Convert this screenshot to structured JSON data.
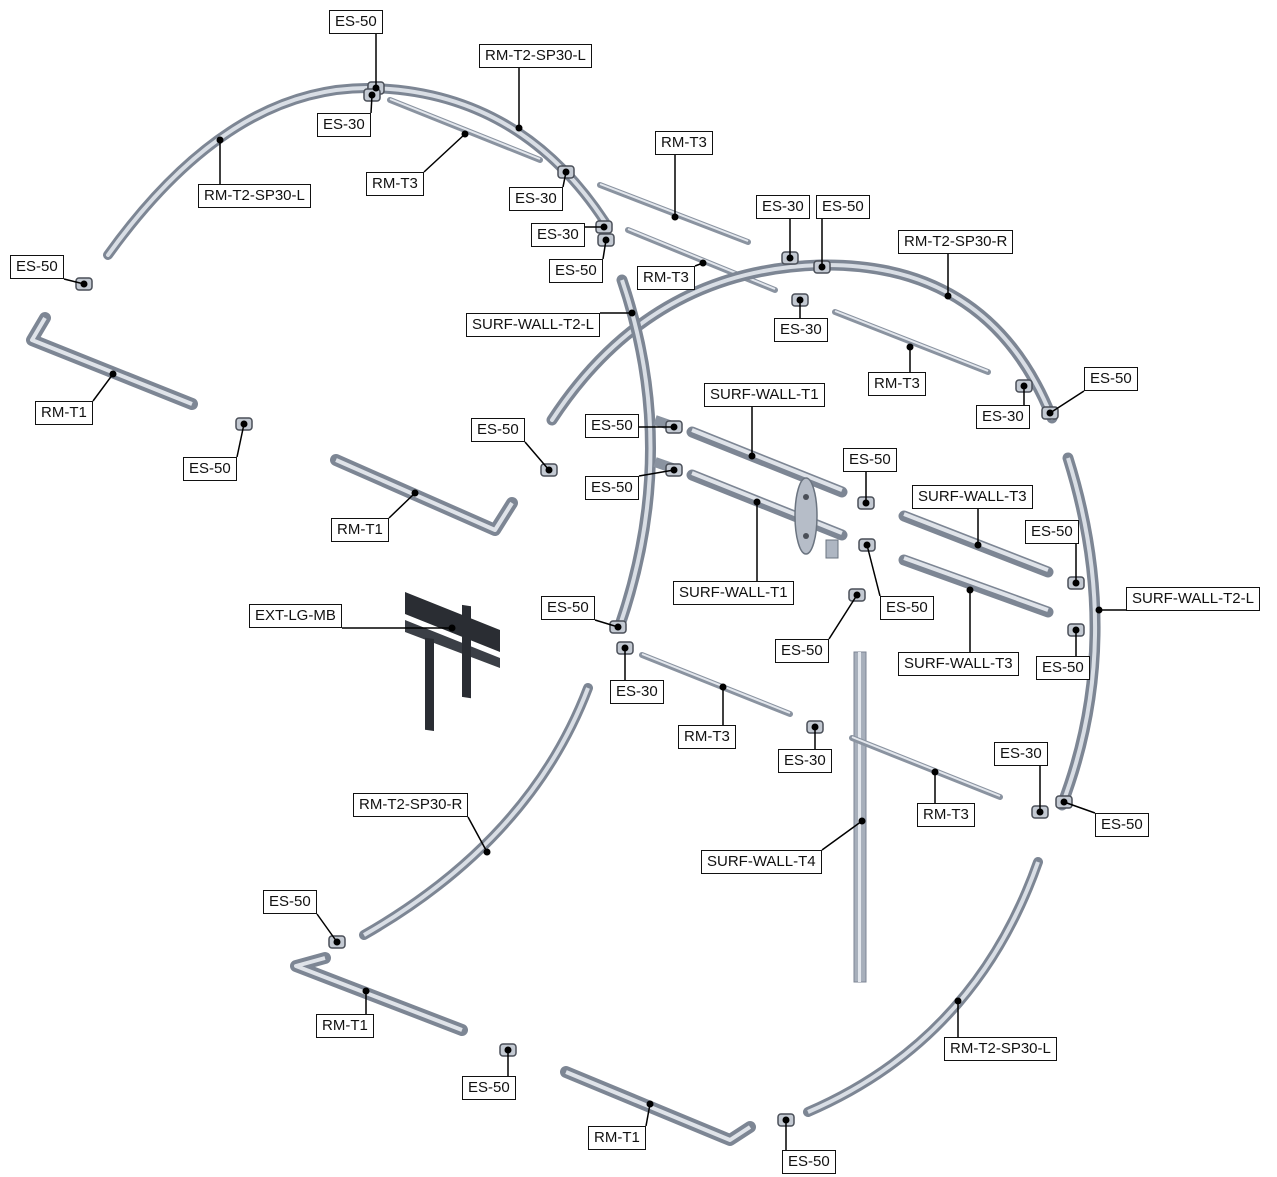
{
  "diagram": {
    "type": "exploded-assembly",
    "colors": {
      "tube_dark": "#7d8694",
      "tube_mid": "#aeb6c2",
      "tube_light": "#e3e7ed",
      "leader": "#000000",
      "fitting": "#4a4f58",
      "bracket": "#2a2d33"
    }
  },
  "callouts": [
    {
      "id": "c1",
      "text": "ES-50"
    },
    {
      "id": "c2",
      "text": "RM-T2-SP30-L"
    },
    {
      "id": "c3",
      "text": "ES-30"
    },
    {
      "id": "c4",
      "text": "RM-T3"
    },
    {
      "id": "c5",
      "text": "RM-T2-SP30-L"
    },
    {
      "id": "c6",
      "text": "ES-30"
    },
    {
      "id": "c7",
      "text": "RM-T3"
    },
    {
      "id": "c8",
      "text": "ES-30"
    },
    {
      "id": "c9",
      "text": "ES-50"
    },
    {
      "id": "c10",
      "text": "ES-30"
    },
    {
      "id": "c11",
      "text": "ES-50"
    },
    {
      "id": "c12",
      "text": "RM-T2-SP30-R"
    },
    {
      "id": "c13",
      "text": "ES-50"
    },
    {
      "id": "c14",
      "text": "RM-T3"
    },
    {
      "id": "c15",
      "text": "SURF-WALL-T2-L"
    },
    {
      "id": "c16",
      "text": "ES-30"
    },
    {
      "id": "c17",
      "text": "RM-T3"
    },
    {
      "id": "c18",
      "text": "ES-50"
    },
    {
      "id": "c19",
      "text": "ES-30"
    },
    {
      "id": "c20",
      "text": "RM-T1"
    },
    {
      "id": "c21",
      "text": "ES-50"
    },
    {
      "id": "c22",
      "text": "SURF-WALL-T1"
    },
    {
      "id": "c23",
      "text": "ES-50"
    },
    {
      "id": "c24",
      "text": "ES-50"
    },
    {
      "id": "c25",
      "text": "ES-50"
    },
    {
      "id": "c26",
      "text": "RM-T1"
    },
    {
      "id": "c27",
      "text": "ES-50"
    },
    {
      "id": "c28",
      "text": "SURF-WALL-T3"
    },
    {
      "id": "c29",
      "text": "ES-50"
    },
    {
      "id": "c30",
      "text": "SURF-WALL-T1"
    },
    {
      "id": "c31",
      "text": "ES-50"
    },
    {
      "id": "c32",
      "text": "SURF-WALL-T2-L"
    },
    {
      "id": "c33",
      "text": "EXT-LG-MB"
    },
    {
      "id": "c34",
      "text": "ES-50"
    },
    {
      "id": "c35",
      "text": "ES-50"
    },
    {
      "id": "c36",
      "text": "SURF-WALL-T3"
    },
    {
      "id": "c37",
      "text": "ES-30"
    },
    {
      "id": "c38",
      "text": "ES-50"
    },
    {
      "id": "c39",
      "text": "RM-T3"
    },
    {
      "id": "c40",
      "text": "ES-30"
    },
    {
      "id": "c41",
      "text": "ES-30"
    },
    {
      "id": "c42",
      "text": "RM-T3"
    },
    {
      "id": "c43",
      "text": "RM-T2-SP30-R"
    },
    {
      "id": "c44",
      "text": "ES-50"
    },
    {
      "id": "c45",
      "text": "SURF-WALL-T4"
    },
    {
      "id": "c46",
      "text": "ES-50"
    },
    {
      "id": "c47",
      "text": "RM-T1"
    },
    {
      "id": "c48",
      "text": "RM-T2-SP30-L"
    },
    {
      "id": "c49",
      "text": "ES-50"
    },
    {
      "id": "c50",
      "text": "RM-T1"
    },
    {
      "id": "c51",
      "text": "ES-50"
    }
  ]
}
